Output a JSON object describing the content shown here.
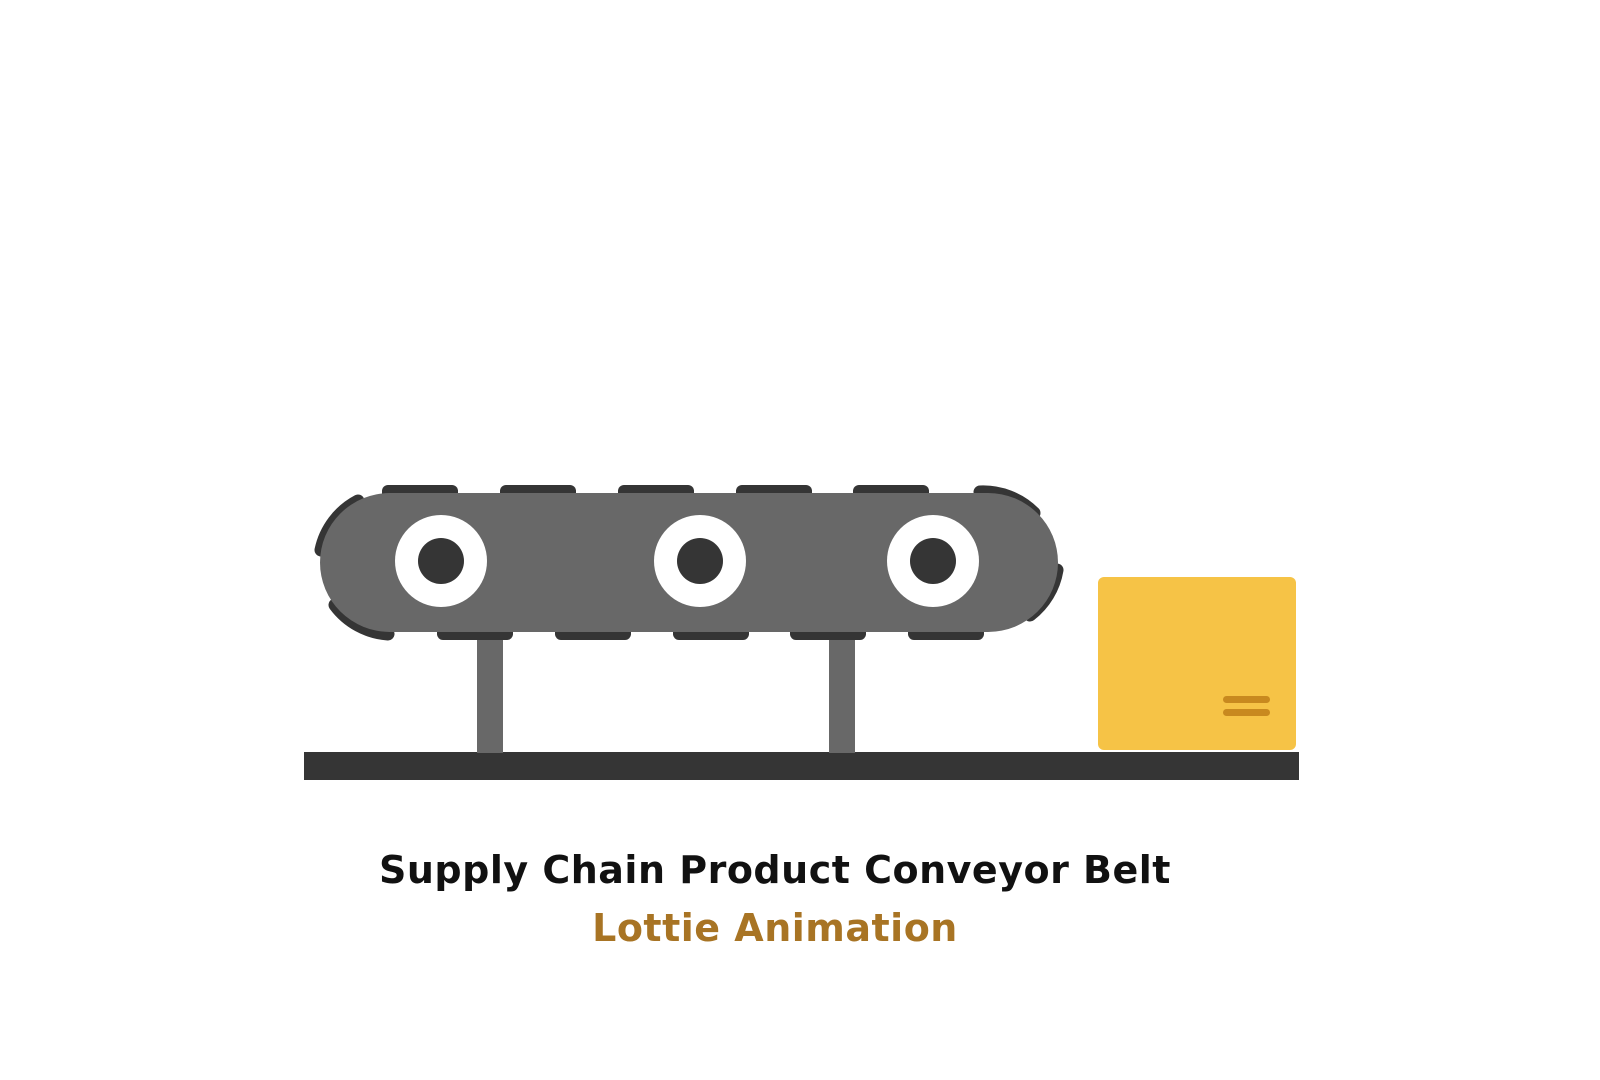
{
  "caption": {
    "title": "Supply Chain Product Conveyor Belt",
    "subtitle": "Lottie Animation"
  },
  "colors": {
    "belt_body": "#686868",
    "belt_segment": "#353535",
    "wheel_outer": "#ffffff",
    "wheel_inner": "#353535",
    "leg": "#686868",
    "floor": "#353535",
    "box": "#f6c346",
    "box_mark": "#c8891f",
    "subtitle": "#a87424"
  },
  "illustration": {
    "wheels": 3,
    "legs": 2,
    "box_count": 1
  }
}
